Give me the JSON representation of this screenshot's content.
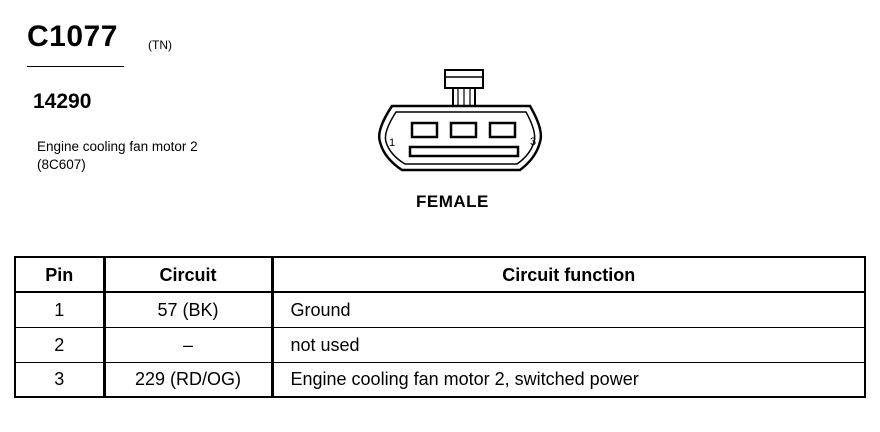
{
  "connector": {
    "id": "C1077",
    "tag": "(TN)",
    "part_number": "14290",
    "description_line1": "Engine cooling fan motor 2",
    "description_line2": "(8C607)",
    "gender": "FEMALE",
    "pin_label_left": "1",
    "pin_label_right": "3"
  },
  "table": {
    "headers": {
      "pin": "Pin",
      "circuit": "Circuit",
      "function": "Circuit function"
    },
    "rows": [
      {
        "pin": "1",
        "circuit": "57 (BK)",
        "function": "Ground"
      },
      {
        "pin": "2",
        "circuit": "–",
        "function": "not used"
      },
      {
        "pin": "3",
        "circuit": "229 (RD/OG)",
        "function": "Engine cooling fan motor 2, switched power"
      }
    ]
  }
}
